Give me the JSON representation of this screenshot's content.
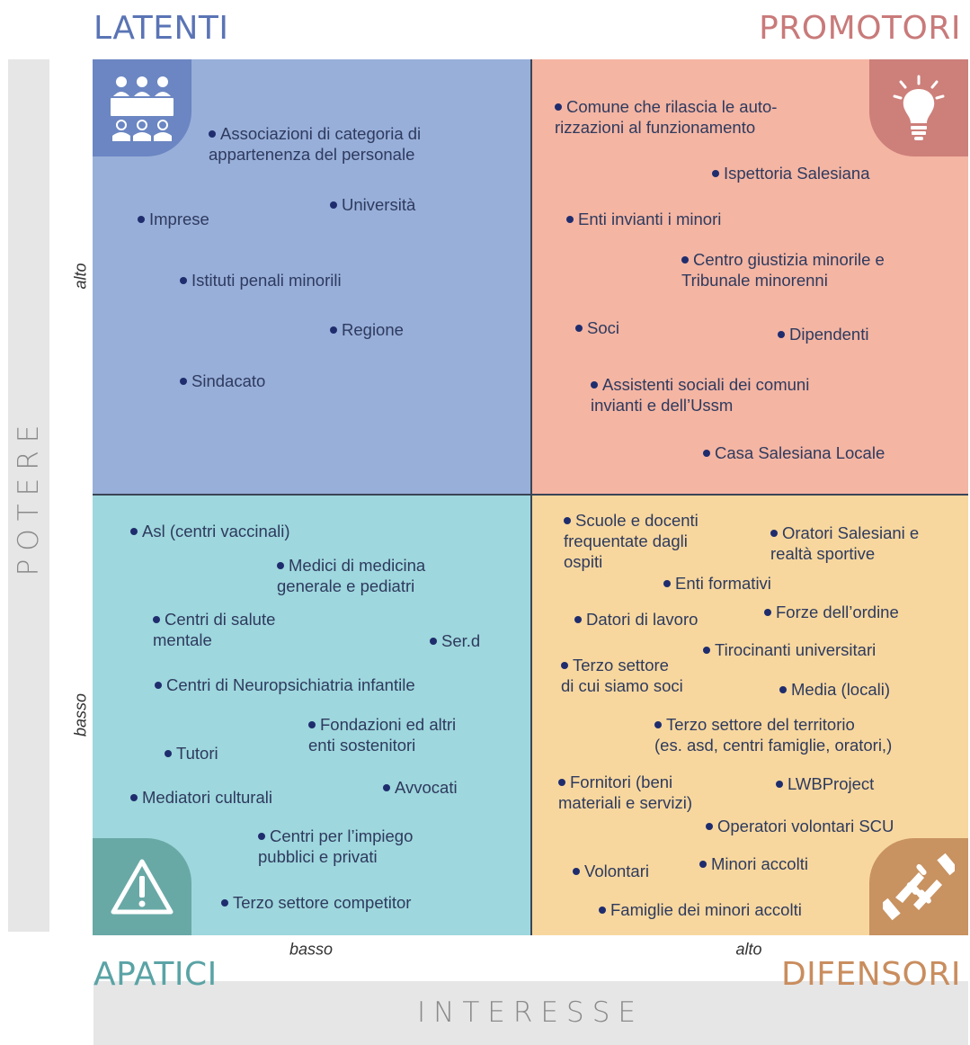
{
  "colors": {
    "latenti_bg": "#98afd9",
    "promotori_bg": "#f4b5a3",
    "apatici_bg": "#9ed7dd",
    "difensori_bg": "#f7d79e",
    "latenti_title": "#5a74b5",
    "promotori_title": "#c97a7a",
    "apatici_title": "#5aa3a5",
    "difensori_title": "#c98d5e",
    "latenti_badge": "#6b86c2",
    "promotori_badge": "#cd7f7a",
    "apatici_badge": "#68a9a6",
    "difensori_badge": "#c89261",
    "dot": "#1f2d6e"
  },
  "quadrants": {
    "latenti": {
      "title": "LATENTI",
      "icon": "meeting-people-icon",
      "items": [
        [
          "Associazioni di categoria di",
          "appartenenza del personale"
        ],
        [
          "Università"
        ],
        [
          "Imprese"
        ],
        [
          "Istituti penali minorili"
        ],
        [
          "Regione"
        ],
        [
          "Sindacato"
        ]
      ]
    },
    "promotori": {
      "title": "PROMOTORI",
      "icon": "lightbulb-icon",
      "items": [
        [
          "Comune che rilascia le auto-",
          "rizzazioni al funzionamento"
        ],
        [
          "Ispettoria Salesiana"
        ],
        [
          "Enti invianti i minori"
        ],
        [
          "Centro giustizia minorile e",
          "Tribunale minorenni"
        ],
        [
          "Soci"
        ],
        [
          "Dipendenti"
        ],
        [
          "Assistenti sociali dei comuni",
          "invianti e dell’Ussm"
        ],
        [
          "Casa Salesiana Locale"
        ]
      ]
    },
    "apatici": {
      "title": "APATICI",
      "icon": "warning-icon",
      "items": [
        [
          "Asl (centri vaccinali)"
        ],
        [
          "Medici di medicina",
          "generale e pediatri"
        ],
        [
          "Centri di salute",
          "mentale"
        ],
        [
          "Ser.d"
        ],
        [
          "Centri di Neuropsichiatria infantile"
        ],
        [
          "Fondazioni ed altri",
          "enti sostenitori"
        ],
        [
          "Tutori"
        ],
        [
          "Avvocati"
        ],
        [
          "Mediatori culturali"
        ],
        [
          "Centri per l’impiego",
          "pubblici e privati"
        ],
        [
          "Terzo settore competitor"
        ]
      ]
    },
    "difensori": {
      "title": "DIFENSORI",
      "icon": "handshake-icon",
      "items": [
        [
          "Scuole e docenti",
          "frequentate dagli",
          "ospiti"
        ],
        [
          "Oratori  Salesiani  e",
          "realtà sportive"
        ],
        [
          "Enti formativi"
        ],
        [
          "Datori di lavoro"
        ],
        [
          "Forze dell’ordine"
        ],
        [
          "Tirocinanti universitari"
        ],
        [
          "Terzo settore",
          "di cui siamo soci"
        ],
        [
          "Media (locali)"
        ],
        [
          "Terzo settore del territorio",
          "(es. asd, centri famiglie, oratori,)"
        ],
        [
          "Fornitori (beni",
          "materiali e servizi)"
        ],
        [
          "LWBProject"
        ],
        [
          "Operatori volontari SCU"
        ],
        [
          "Volontari"
        ],
        [
          "Minori accolti"
        ],
        [
          "Famiglie dei minori accolti"
        ]
      ]
    }
  },
  "axes": {
    "y_title": "POTERE",
    "x_title": "INTERESSE",
    "y_high": "alto",
    "y_low": "basso",
    "x_low": "basso",
    "x_high": "alto"
  }
}
